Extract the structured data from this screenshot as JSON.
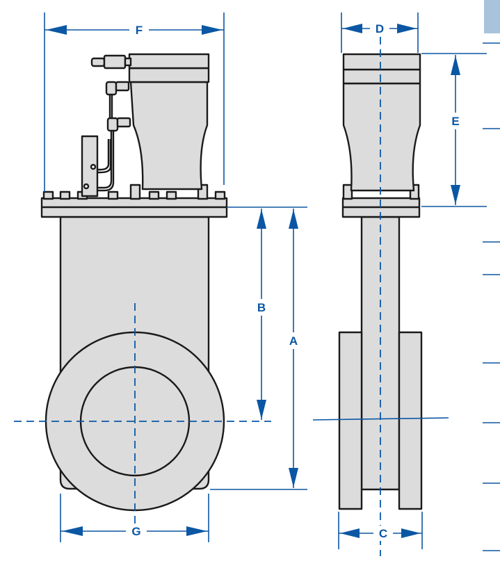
{
  "diagram": {
    "labels": {
      "A": "A",
      "B": "B",
      "C": "C",
      "D": "D",
      "E": "E",
      "F": "F",
      "G": "G"
    },
    "colors": {
      "dimension": "#0b57a4",
      "body_fill": "#dcdcdc",
      "outline": "#1a1a1a",
      "tab_accent": "#a9c3dc"
    }
  }
}
